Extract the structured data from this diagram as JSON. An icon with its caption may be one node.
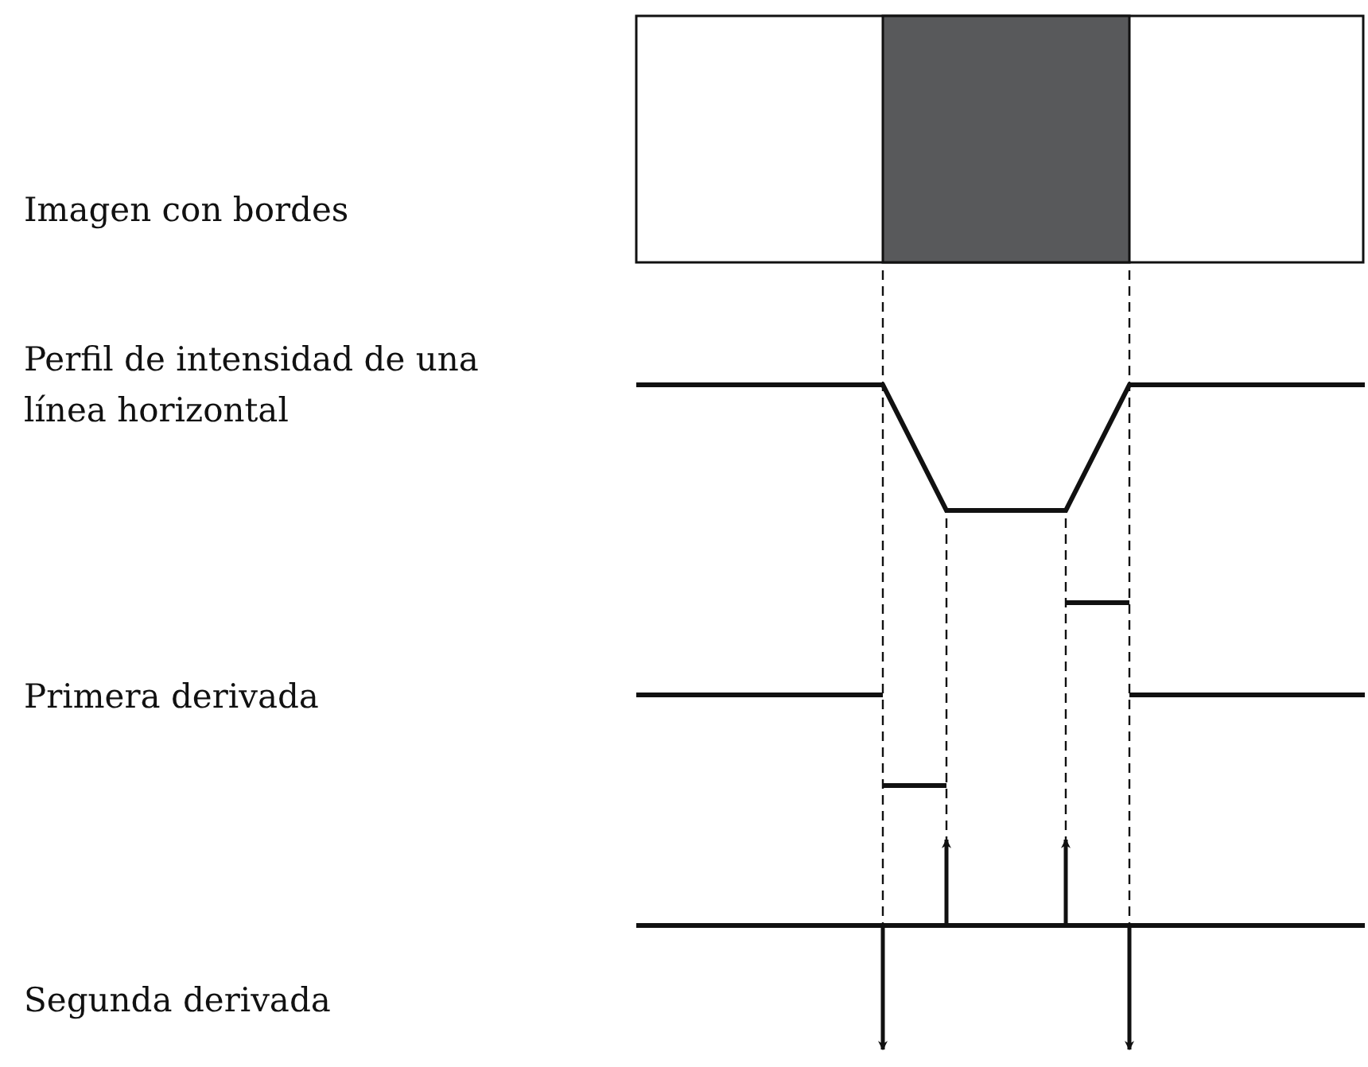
{
  "diagram": {
    "labels": [
      "Imagen con bordes",
      "Perfil de intensidad de una línea horizontal",
      "Primera derivada",
      "Segunda derivada"
    ]
  }
}
